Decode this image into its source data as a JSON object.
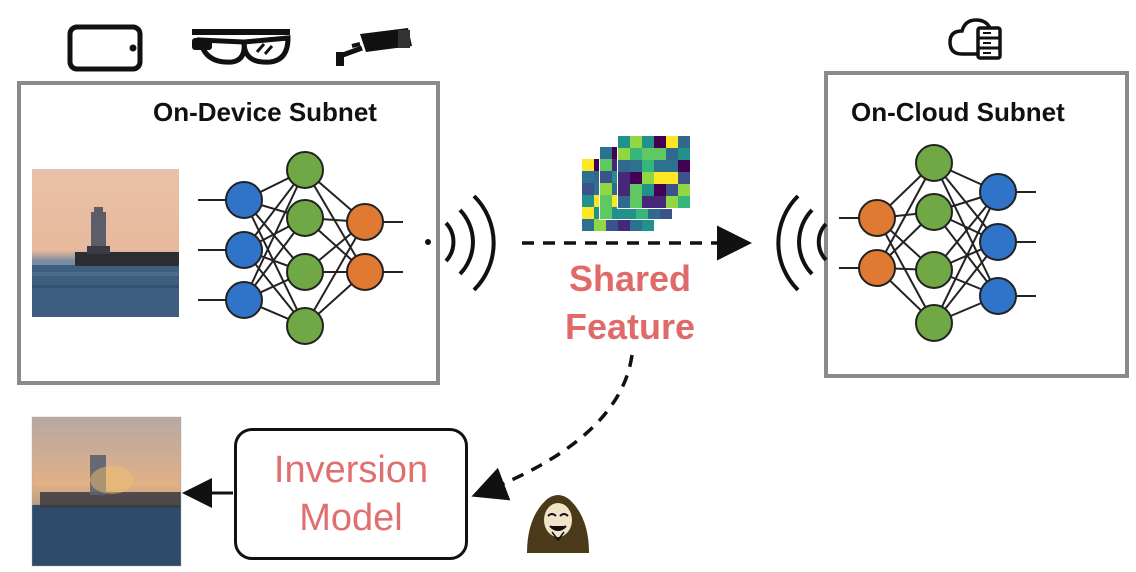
{
  "device_box": {
    "title": "On-Device Subnet"
  },
  "cloud_box": {
    "title": "On-Cloud Subnet"
  },
  "shared_feature": {
    "line1": "Shared",
    "line2": "Feature"
  },
  "inversion_model": {
    "line1": "Inversion",
    "line2": "Model"
  },
  "icons": [
    "smartphone-icon",
    "smart-glasses-icon",
    "security-camera-icon",
    "cloud-server-icon",
    "hacker-icon",
    "wireless-signal-icon"
  ],
  "colors": {
    "box_border": "#8a8a8a",
    "highlight_text": "#e06a6a",
    "node_blue": "#2f74c9",
    "node_green": "#70a845",
    "node_orange": "#e07a33"
  }
}
